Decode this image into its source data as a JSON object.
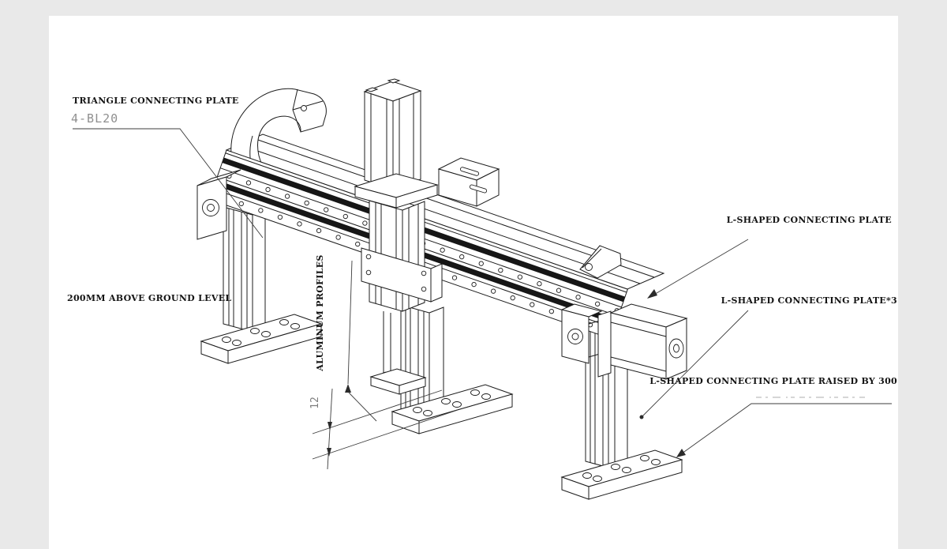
{
  "page": {
    "background_color": "#e9e9e9",
    "canvas_color": "#ffffff",
    "line_color": "#1c1c1c"
  },
  "drawing_subject": "gantry robot linear module assembly",
  "annotations": {
    "triangle_plate_label": "TRIANGLE CONNECTING PLATE",
    "part_code": "4-BL20",
    "ground_level_label": "200MM ABOVE GROUND LEVEL",
    "aluminum_profiles_label": "ALUMINUM PROFILES",
    "l_plate_label": "L-SHAPED CONNECTING PLATE",
    "l_plate_x3_label": "L-SHAPED CONNECTING PLATE*3",
    "l_plate_raised_label": "L-SHAPED CONNECTING PLATE RAISED BY 300",
    "dimension_value": "12"
  }
}
